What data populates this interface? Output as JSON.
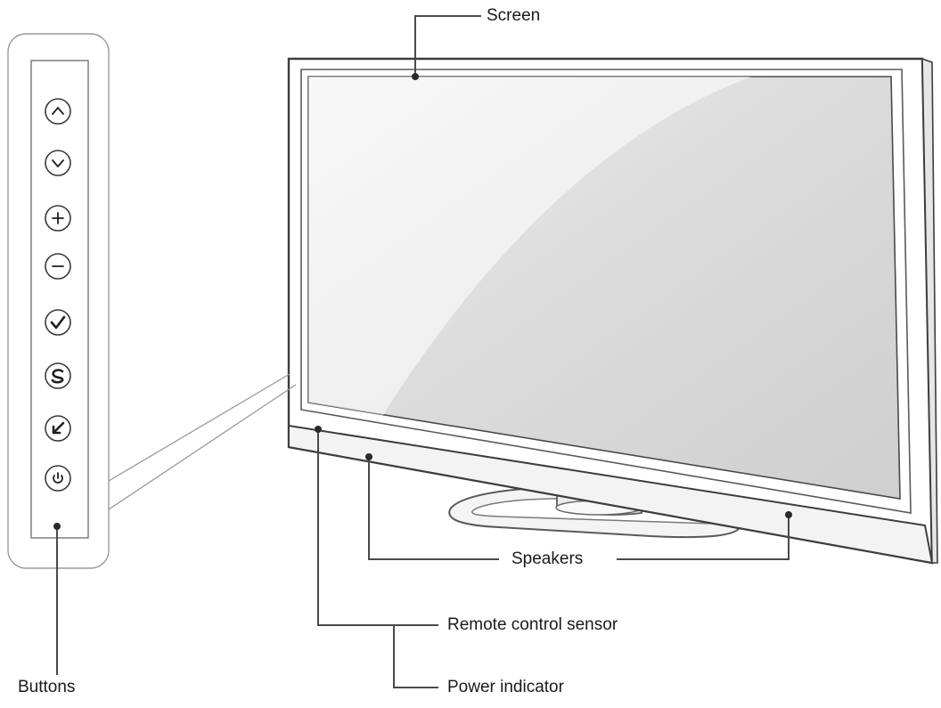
{
  "labels": {
    "screen": "Screen",
    "buttons": "Buttons",
    "speakers": "Speakers",
    "remote_sensor": "Remote control sensor",
    "power_indicator": "Power indicator"
  },
  "side_buttons": [
    {
      "name": "up-arrow-button",
      "icon": "chevron-up-icon"
    },
    {
      "name": "down-arrow-button",
      "icon": "chevron-down-icon"
    },
    {
      "name": "volume-up-button",
      "icon": "plus-icon"
    },
    {
      "name": "volume-down-button",
      "icon": "minus-icon"
    },
    {
      "name": "ok-button",
      "icon": "check-icon"
    },
    {
      "name": "settings-button",
      "icon": "s-icon"
    },
    {
      "name": "input-button",
      "icon": "input-arrow-icon"
    },
    {
      "name": "power-button",
      "icon": "power-icon"
    }
  ],
  "colors": {
    "line": "#4a4a4a",
    "screen": "#d6d6d6",
    "bezel": "#ffffff"
  }
}
